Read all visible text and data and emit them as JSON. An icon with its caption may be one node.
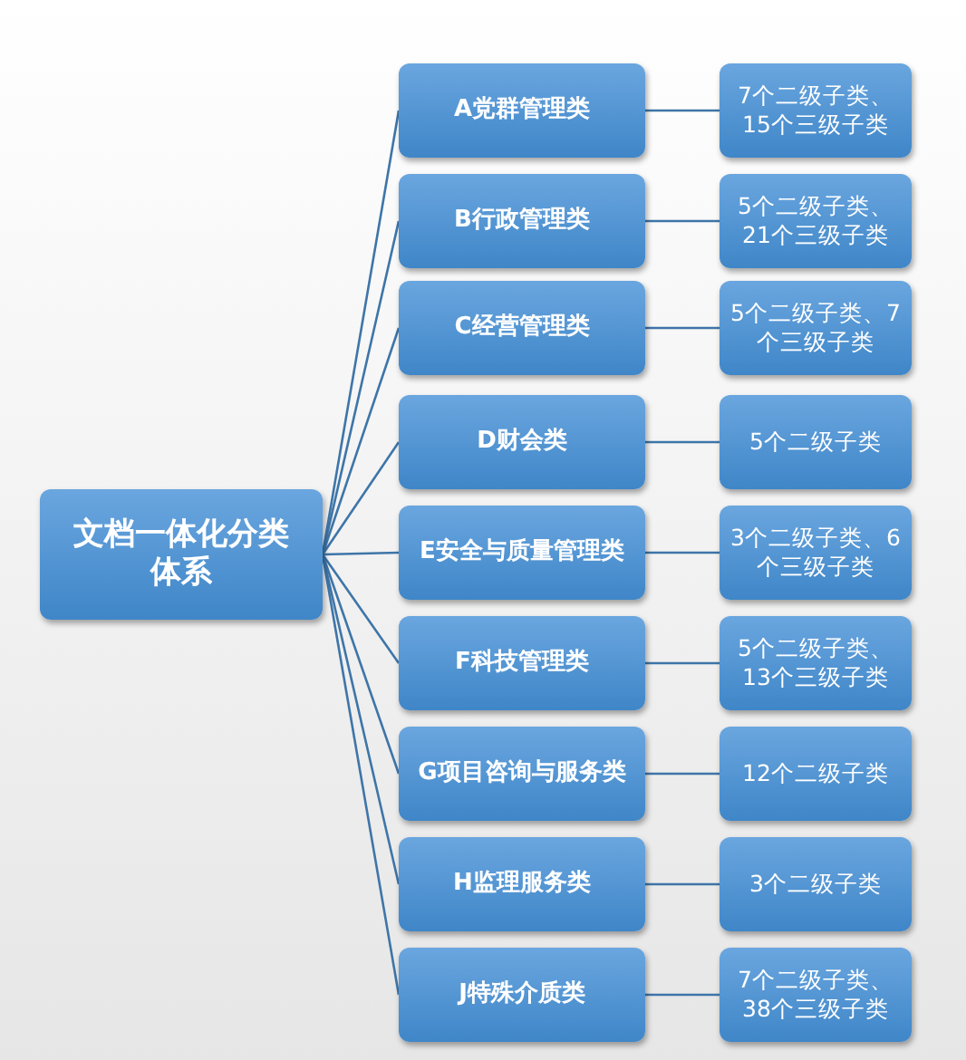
{
  "diagram": {
    "nodes": [
      {
        "text": [
          "文档一体化分类体系"
        ]
      },
      {
        "text": [
          "A党群管理类"
        ]
      },
      {
        "text": [
          "7个二级子类、15个三级子类"
        ]
      },
      {
        "text": [
          "B行政管理类"
        ]
      },
      {
        "text": [
          "5个二级子类、21个三级子类"
        ]
      },
      {
        "text": [
          "C经营管理类"
        ]
      },
      {
        "text": [
          "5个二级子类、7个三级子类"
        ]
      },
      {
        "text": [
          "D财会类"
        ]
      },
      {
        "text": [
          "5个二级子类"
        ]
      },
      {
        "text": [
          "E安全与质量管理类"
        ]
      },
      {
        "text": [
          "3个二级子类、6个三级子类"
        ]
      },
      {
        "text": [
          "F科技管理类"
        ]
      },
      {
        "text": [
          "5个二级子类、13个三级子类"
        ]
      },
      {
        "text": [
          "G项目咨询与服务类"
        ]
      },
      {
        "text": [
          "12个二级子类"
        ]
      },
      {
        "text": [
          "H监理服务类"
        ]
      },
      {
        "text": [
          "3个二级子类"
        ]
      },
      {
        "text": [
          "J特殊介质类"
        ]
      },
      {
        "text": [
          "7个二级子类、38个三级子类"
        ]
      }
    ],
    "edges": [
      {
        "from": 0,
        "to": 1,
        "arrow": "none"
      },
      {
        "from": 0,
        "to": 3,
        "arrow": "none"
      },
      {
        "from": 0,
        "to": 5,
        "arrow": "none"
      },
      {
        "from": 0,
        "to": 7,
        "arrow": "none"
      },
      {
        "from": 0,
        "to": 9,
        "arrow": "none"
      },
      {
        "from": 0,
        "to": 11,
        "arrow": "none"
      },
      {
        "from": 0,
        "to": 13,
        "arrow": "none"
      },
      {
        "from": 0,
        "to": 15,
        "arrow": "none"
      },
      {
        "from": 0,
        "to": 17,
        "arrow": "none"
      },
      {
        "from": 1,
        "to": 2,
        "arrow": "none"
      },
      {
        "from": 3,
        "to": 4,
        "arrow": "none"
      },
      {
        "from": 5,
        "to": 6,
        "arrow": "none"
      },
      {
        "from": 7,
        "to": 8,
        "arrow": "none"
      },
      {
        "from": 9,
        "to": 10,
        "arrow": "none"
      },
      {
        "from": 11,
        "to": 12,
        "arrow": "none"
      },
      {
        "from": 13,
        "to": 14,
        "arrow": "none"
      },
      {
        "from": 15,
        "to": 16,
        "arrow": "none"
      },
      {
        "from": 17,
        "to": 18,
        "arrow": "none"
      }
    ]
  }
}
